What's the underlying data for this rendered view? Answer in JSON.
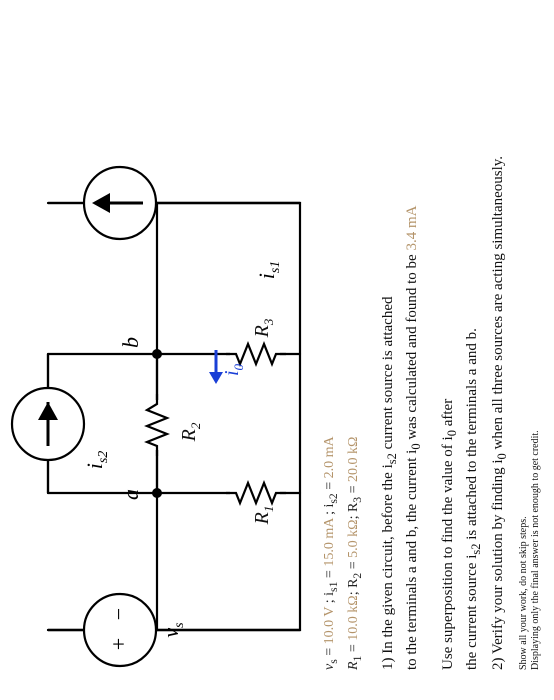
{
  "circuit": {
    "labels": {
      "vs": "v",
      "vs_sub": "s",
      "is1": "i",
      "is1_sub": "s1",
      "is2": "i",
      "is2_sub": "s2",
      "io": "i",
      "io_sub": "0",
      "r1": "R",
      "r1_sub": "1",
      "r2": "R",
      "r2_sub": "2",
      "r3": "R",
      "r3_sub": "3",
      "node_a": "a",
      "node_b": "b",
      "plus": "+",
      "minus": "−"
    },
    "colors": {
      "wire": "#000000",
      "current_arrow": "#1a3fd6",
      "io_label": "#1a3fd6",
      "value": "#b4946a"
    }
  },
  "givens": {
    "line1": {
      "prefix": "v",
      "prefix_sub": "s",
      "eq1": " = ",
      "v1": "10.0 V",
      "sep1": " ; i",
      "sub2": "s1",
      "eq2": " = ",
      "v2": "15.0 mA",
      "sep2": " ; i",
      "sub3": "s2",
      "eq3": " = ",
      "v3": "2.0 mA"
    },
    "line2": {
      "prefix": "R",
      "prefix_sub": "1",
      "eq1": " = ",
      "v1": "10.0 kΩ",
      "sep1": "; R",
      "sub2": "2",
      "eq2": " = ",
      "v2": "5.0 kΩ",
      "sep2": "; R",
      "sub3": "3",
      "eq3": " = ",
      "v3": "20.0 kΩ"
    }
  },
  "question": {
    "p1a": "1) In the given circuit, before the i",
    "p1a_sub": "s2",
    "p1a_end": " current source is attached",
    "p1b": "to the terminals a and b, the current i",
    "p1b_sub": "0",
    "p1b_mid": " was calculated and found to be ",
    "p1b_val": "3.4 mA",
    "p2a": "Use superposition to find the value of i",
    "p2a_sub": "0",
    "p2a_end": " after",
    "p2b": "the current source i",
    "p2b_sub": "s2",
    "p2b_end": " is attached to the terminals a and b.",
    "p3": "2) Verify your solution by finding i",
    "p3_sub": "0",
    "p3_end": " when all three sources are acting simultaneously.",
    "note1": "Show all your work, do not skip steps.",
    "note2": "Displaying only the final answer is not enough to get credit."
  }
}
